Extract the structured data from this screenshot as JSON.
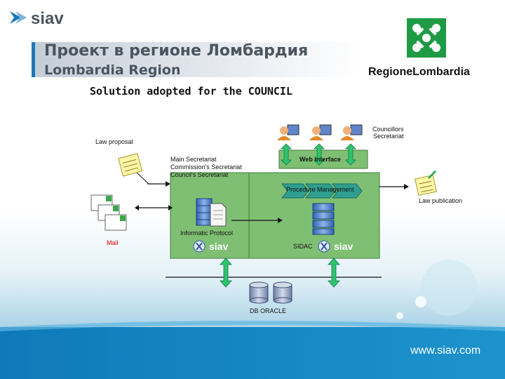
{
  "header": {
    "title_ru": "Проект в регионе Ломбардия",
    "title_en": "Lombardia Region",
    "subtitle": "Solution adopted for the COUNCIL",
    "logo_text": "siav",
    "region_brand": "RegioneLombardia"
  },
  "diagram": {
    "councillors_label": "Councillors\nSecretariat",
    "law_proposal_label": "Law proposal",
    "main_secretariat_label": "Main Secretariat\nCommission's Secretariat\nCouncil's Secretariat",
    "web_interface_label": "Web Interface",
    "procedure_management_label": "Procedure Management",
    "law_publication_label": "Law  publication",
    "informatic_protocol_label": "Informatic Protocol",
    "mail_label": "Mail",
    "sidac_label": "SIDAC",
    "siav_badge": "siav",
    "db_label": "DB ORACLE"
  },
  "colors": {
    "accent_blue": "#1b79b8",
    "green_block": "#7fbf73",
    "teal_chevron": "#2f9e8f",
    "arrow_green": "#2fc36f",
    "mail_red": "#d40000"
  },
  "footer": {
    "url": "www.siav.com"
  }
}
